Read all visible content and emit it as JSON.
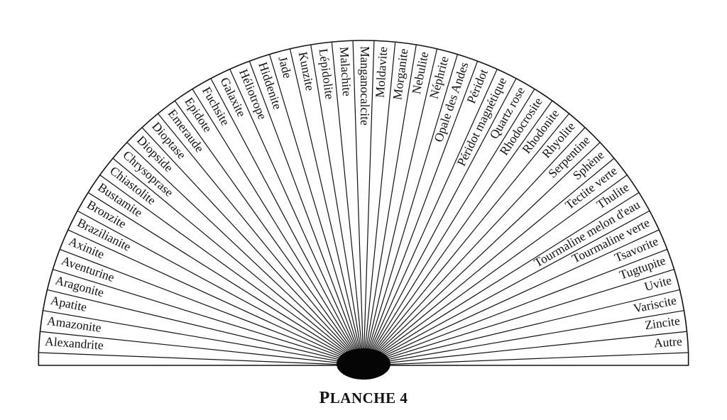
{
  "stones": [
    "Alexandrite",
    "Amazonite",
    "Apatite",
    "Aragonite",
    "Aventurine",
    "Axinite",
    "Brazilianite",
    "Bronzite",
    "Bustamite",
    "Chiastolite",
    "Chrysoprase",
    "Diopside",
    "Dioptase",
    "Emeraude",
    "Epidote",
    "Fuchsite",
    "Galaxite",
    "Héliotrope",
    "Hiddenite",
    "Jade",
    "Kunzite",
    "Lépidolite",
    "Malachite",
    "Manganocalcite",
    "Moldavite",
    "Morganite",
    "Nebulite",
    "Néphrite",
    "Opale des Andes",
    "Péridot",
    "Péridot magnétique",
    "Quartz rose",
    "Rhodocrosite",
    "Rhodonite",
    "Rhyolite",
    "Serpentine",
    "Sphène",
    "Tectite verte",
    "Thulite",
    "Tourmaline melon d'eau",
    "Tourmaline verte",
    "Tsavorite",
    "Tugtupite",
    "Uvite",
    "Variscite",
    "Zincite",
    "Autre"
  ],
  "caption": {
    "initial": "P",
    "rest": "LANCHE 4"
  }
}
